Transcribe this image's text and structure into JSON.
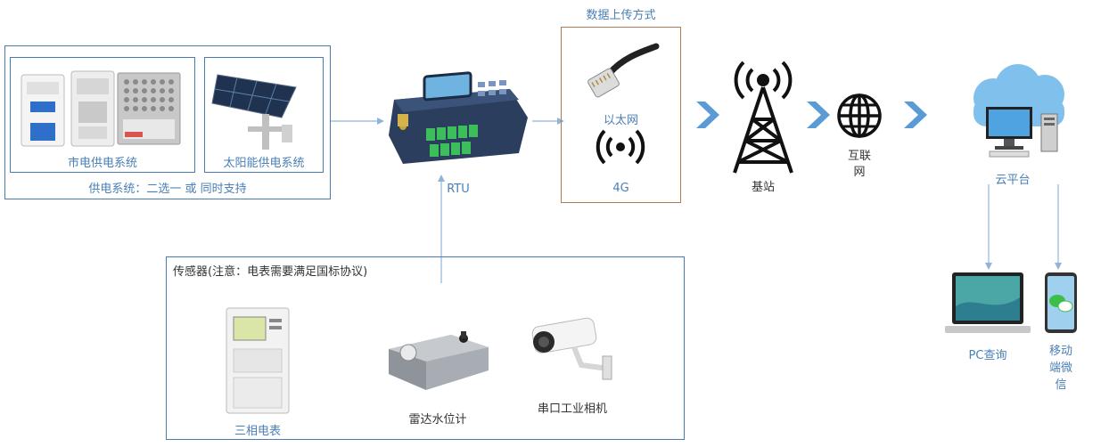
{
  "colors": {
    "blue_border": "#4a7ab0",
    "brown_border": "#b07a55",
    "arrow_blue": "#5b9bd5",
    "line_blue": "#8fb4d9",
    "label_blue": "#4a7fb5",
    "text_dark": "#333333"
  },
  "power": {
    "group_label": "供电系统：二选一 或 同时支持",
    "grid_label": "市电供电系统",
    "solar_label": "太阳能供电系统"
  },
  "rtu": {
    "label": "RTU"
  },
  "upload": {
    "title": "数据上传方式",
    "ethernet_label": "以太网",
    "cellular_label": "4G"
  },
  "network": {
    "base_station_label": "基站",
    "internet_label_line1": "互联",
    "internet_label_line2": "网"
  },
  "cloud": {
    "label": "云平台",
    "pc_label": "PC查询",
    "mobile_label_line1": "移动",
    "mobile_label_line2": "端微",
    "mobile_label_line3": "信"
  },
  "sensors": {
    "group_label": "传感器(注意：电表需要满足国标协议)",
    "meter_label": "三相电表",
    "radar_label": "雷达水位计",
    "camera_label": "串口工业相机"
  }
}
